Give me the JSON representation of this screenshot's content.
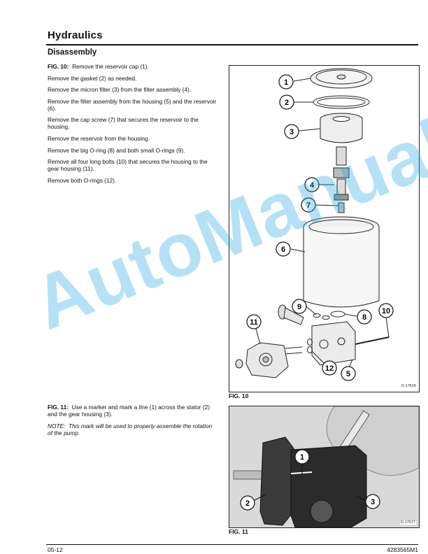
{
  "page": {
    "title": "Hydraulics",
    "section": "Disassembly",
    "footer_left": "05-12",
    "footer_right": "4283565M1"
  },
  "watermark": "AutoManual",
  "fig10_text": {
    "lead": "FIG. 10:",
    "first": "Remove the reservoir cap (1).",
    "steps": [
      "Remove the gasket (2) as needed.",
      "Remove the micron filter (3) from the filter assembly (4).",
      "Remove the filter assembly from the housing (5) and the reservoir (6).",
      "Remove the cap screw (7) that secures the reservoir to the housing.",
      "Remove the reservoir from the housing.",
      "Remove the big O-ring (8) and both small O-rings (9).",
      "Remove all four long bolts (10) that secures the housing to the gear housing (11).",
      "Remove both O-rings (12)."
    ]
  },
  "fig11_text": {
    "lead": "FIG. 11:",
    "body": "Use a marker and mark a line (1) across the stator (2) and the gear housing (3).",
    "note_label": "NOTE:",
    "note_body": "This mark will be used to properly assemble the rotation of the pump."
  },
  "fig10": {
    "caption": "FIG. 10",
    "code": "D-17515",
    "callouts": [
      "1",
      "2",
      "3",
      "4",
      "7",
      "6",
      "9",
      "8",
      "10",
      "11",
      "12",
      "5"
    ]
  },
  "fig11": {
    "caption": "FIG. 11",
    "code": "D-17577",
    "callouts": [
      "1",
      "2",
      "3"
    ]
  },
  "colors": {
    "watermark": "#28aae1",
    "photo_bg": "#d9d9d9"
  }
}
